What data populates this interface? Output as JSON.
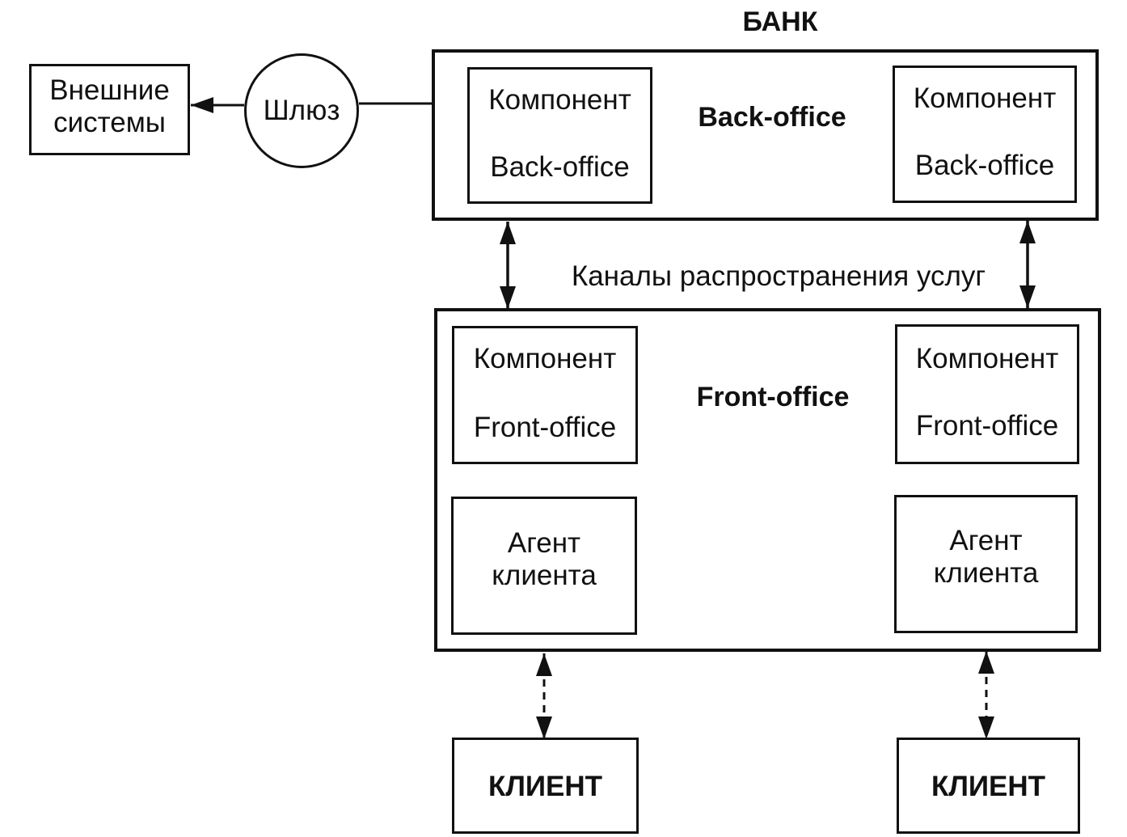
{
  "bank": {
    "title": "БАНК",
    "back_office_title": "Back-office",
    "front_office_title": "Front-office",
    "channels_label": "Каналы распространения услуг"
  },
  "external": {
    "line1": "Внешние",
    "line2": "системы"
  },
  "gateway": {
    "label": "Шлюз"
  },
  "back_components": [
    {
      "line1": "Компонент",
      "line2": "Back-office"
    },
    {
      "line1": "Компонент",
      "line2": "Back-office"
    }
  ],
  "front_components": [
    {
      "line1": "Компонент",
      "line2": "Front-office"
    },
    {
      "line1": "Компонент",
      "line2": "Front-office"
    }
  ],
  "agents": [
    {
      "line1": "Агент",
      "line2": "клиента"
    },
    {
      "line1": "Агент",
      "line2": "клиента"
    }
  ],
  "clients": [
    {
      "label": "КЛИЕНТ"
    },
    {
      "label": "КЛИЕНТ"
    }
  ],
  "colors": {
    "line": "#111111",
    "background": "#ffffff"
  }
}
